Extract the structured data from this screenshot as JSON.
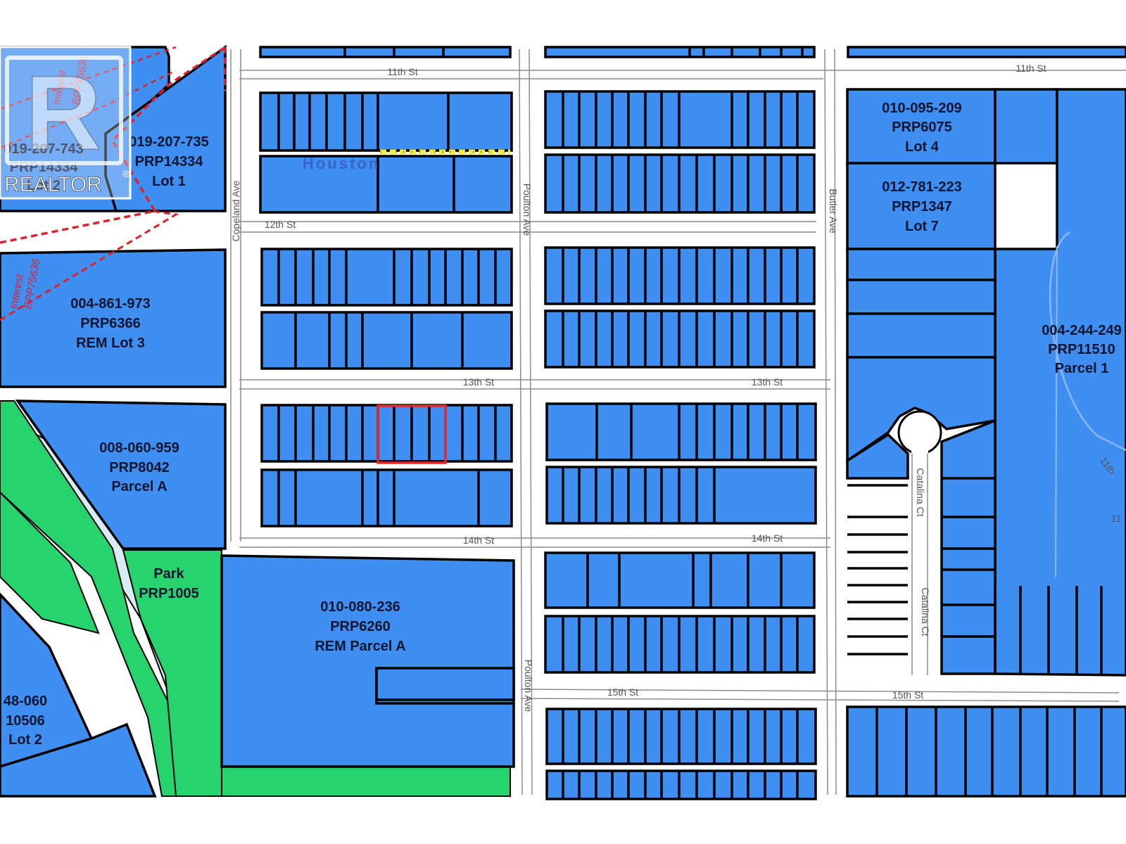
{
  "watermark": {
    "logo_letter": "R",
    "brand": "REALTOR",
    "mark": "®"
  },
  "area_label": "Houston",
  "streets": {
    "s11_left": "11th St",
    "s11_right": "11th St",
    "s12": "12th St",
    "s13_left": "13th St",
    "s13_right": "13th St",
    "s14_left": "14th St",
    "s14_right": "14th St",
    "s15_left": "15th St",
    "s15_right": "15th St",
    "copeland": "Copeland Ave",
    "poulton_upper": "Poulton Ave",
    "poulton_lower": "Poulton Ave",
    "butler": "Butler Ave",
    "catalina_upper": "Catalina Ct",
    "catalina_lower": "Catalina Ct",
    "curve_label": "11th",
    "edge_label": "11"
  },
  "interests": {
    "upper": "Interest",
    "upper_ref": "BPP75636",
    "lower": "Interest",
    "lower_ref": "EPP75636"
  },
  "parcels": {
    "p1": {
      "pid": "019-207-743",
      "plan": "PRP14334",
      "lot": "Lot 2"
    },
    "p2": {
      "pid": "019-207-735",
      "plan": "PRP14334",
      "lot": "Lot 1"
    },
    "p3": {
      "pid": "010-095-209",
      "plan": "PRP6075",
      "lot": "Lot 4"
    },
    "p4": {
      "pid": "012-781-223",
      "plan": "PRP1347",
      "lot": "Lot 7"
    },
    "p5": {
      "pid": "004-861-973",
      "plan": "PRP6366",
      "lot": "REM Lot 3"
    },
    "p6": {
      "pid": "004-244-249",
      "plan": "PRP11510",
      "lot": "Parcel 1"
    },
    "p7": {
      "pid": "008-060-959",
      "plan": "PRP8042",
      "lot": "Parcel A"
    },
    "p8": {
      "pid": "010-080-236",
      "plan": "PRP6260",
      "lot": "REM Parcel A"
    },
    "p9": {
      "pid": "48-060",
      "plan": "10506",
      "lot": "Lot 2"
    },
    "park": {
      "name": "Park",
      "plan": "PRP1005"
    }
  },
  "colors": {
    "parcel": "#3f8ef2",
    "park": "#26d36d",
    "river": "#d8ecf6",
    "subject_outline": "#e8262a",
    "interest_line": "#e0202a",
    "easement": "#f2ee3a"
  }
}
